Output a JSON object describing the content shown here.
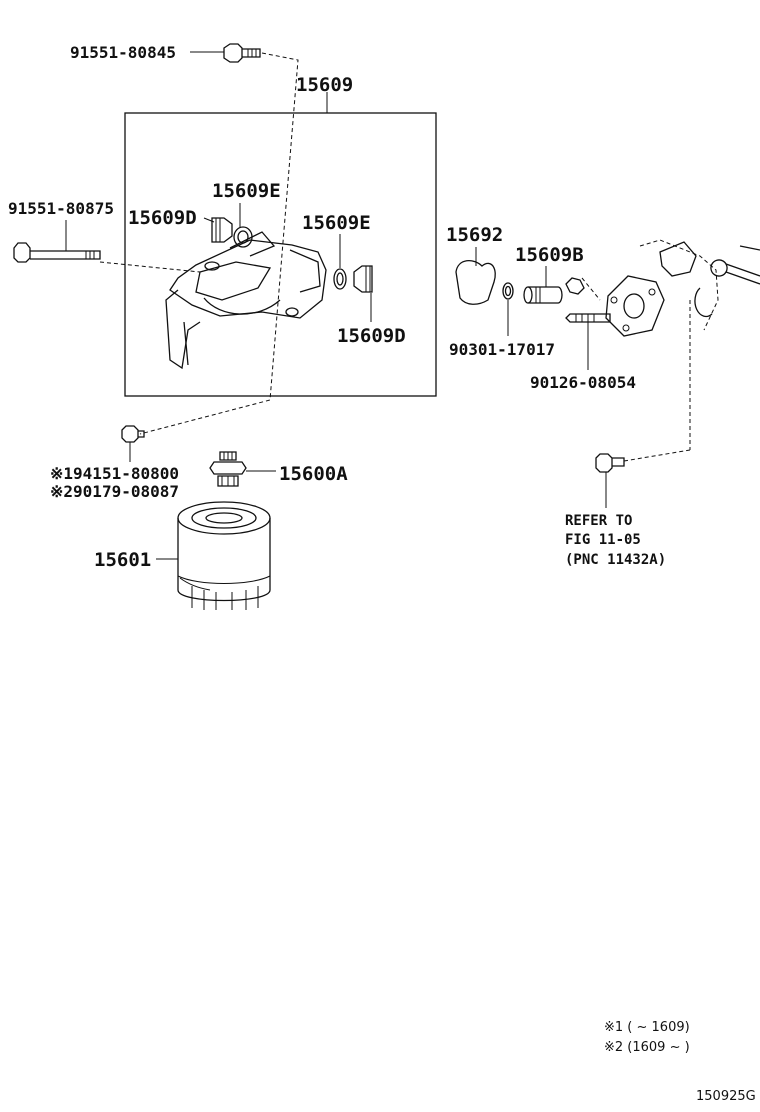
{
  "labels": {
    "bolt_top": "91551-80845",
    "assembly": "15609",
    "bolt_long": "91551-80875",
    "plug_d_left": "15609D",
    "gasket_e_left": "15609E",
    "gasket_e_right": "15609E",
    "plug_d_right": "15609D",
    "gasket_15692": "15692",
    "pipe_b": "15609B",
    "gasket_90301": "90301-17017",
    "stud_90126": "90126-08054",
    "note1_part": "※194151-80800",
    "note2_part": "※290179-08087",
    "union_15600a": "15600A",
    "filter_15601": "15601",
    "refer_line1": "REFER TO",
    "refer_line2": "FIG 11-05",
    "refer_line3": "(PNC 11432A)"
  },
  "footnotes": {
    "n1": "※1 (        ~ 1609)",
    "n2": "※2 (1609 ~        )"
  },
  "figure_id": "150925G"
}
